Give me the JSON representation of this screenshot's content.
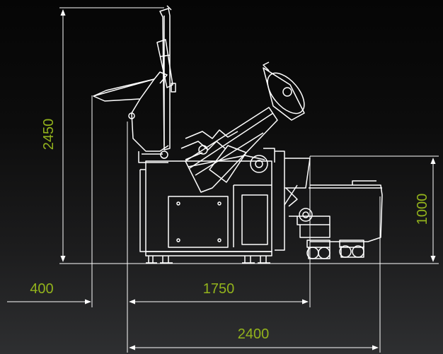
{
  "dimensions": {
    "overall_height": "2450",
    "hopper_height": "1000",
    "rear_offset": "400",
    "body_length": "1750",
    "overall_length": "2400"
  },
  "colors": {
    "label": "#93b31c",
    "line": "#ffffff",
    "background": "#0a0a0a"
  }
}
